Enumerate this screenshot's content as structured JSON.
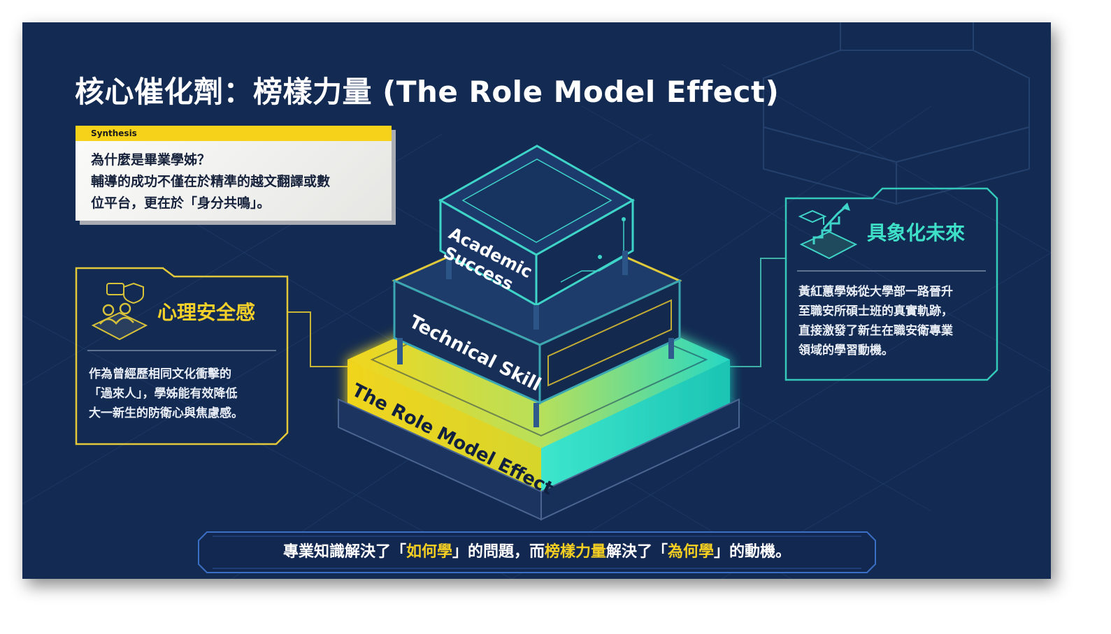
{
  "title": "核心催化劑：榜樣力量 (The Role Model Effect)",
  "synthesis": {
    "tab_label": "Synthesis",
    "lines": [
      "為什麼是畢業學姊？",
      "輔導的成功不僅在於精準的越文翻譯或數",
      "位平台，更在於「身分共鳴」。"
    ]
  },
  "left_panel": {
    "title": "心理安全感",
    "icon": "people-with-speech-and-shield-icon",
    "lines": [
      "作為曾經歷相同文化衝擊的",
      "「過來人」，學姊能有效降低",
      "大一新生的防衛心與焦慮感。"
    ]
  },
  "right_panel": {
    "title": "具象化未來",
    "icon": "graduation-cap-stairs-arrow-icon",
    "lines": [
      "黃紅蕙學姊從大學部一路晉升",
      "至職安所碩士班的真實軌跡，",
      "直接激發了新生在職安衛專業",
      "領域的學習動機。"
    ]
  },
  "pyramid": {
    "top_label_lines": [
      "Academic",
      "Success"
    ],
    "middle_label": "Technical Skill",
    "base_label": "The Role Model Effect"
  },
  "banner": {
    "segments": [
      {
        "text": "專業知識解決了「",
        "highlight": false
      },
      {
        "text": "如何學",
        "highlight": true
      },
      {
        "text": "」的問題，而",
        "highlight": false
      },
      {
        "text": "榜樣力量",
        "highlight": true
      },
      {
        "text": "解決了「",
        "highlight": false
      },
      {
        "text": "為何學",
        "highlight": true
      },
      {
        "text": "」的動機。",
        "highlight": false
      }
    ]
  },
  "colors": {
    "background": "#132a52",
    "accent_yellow": "#f5cf22",
    "accent_teal": "#3fe0c8",
    "panel_text": "#e9eef7"
  }
}
